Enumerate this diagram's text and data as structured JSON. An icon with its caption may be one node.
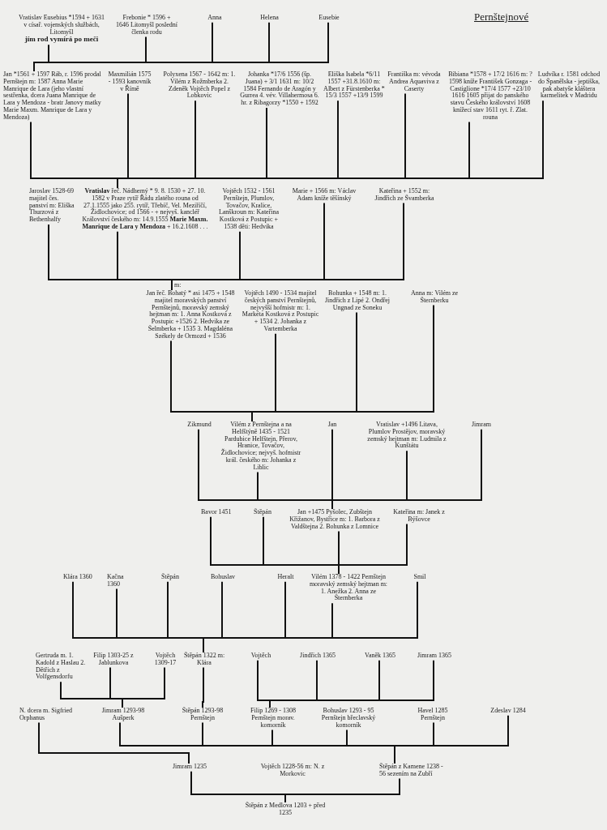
{
  "diagram": {
    "title": "Pernštejnové",
    "nodes": [
      {
        "text": [
          "Vratislav Eusebius *1594 + 1631 v císař. vojenských službách, Litomyšl",
          "jím rod vymírá po meči"
        ]
      },
      {
        "text": [
          "Frebonie * 1596 + 1646 Litomyšl poslední členka rodu"
        ]
      },
      {
        "text": [
          "Anna"
        ]
      },
      {
        "text": [
          "Helena"
        ]
      },
      {
        "text": [
          "Eusebie"
        ]
      },
      {
        "text": [
          "Jan *1561 + 1597 Ráb, r. 1596 prodal Pernštejn m: 1587 Anna Marie Manrique de Lara (jeho vlastní sestřenka, dcera Juana Manrique de Lara y Mendoza - bratr Janovy matky Marie Maxm. Manrique de Lara y Mendoza)"
        ]
      },
      {
        "text": [
          "Maxmilián 1575 - 1593 kanovník v Římě"
        ]
      },
      {
        "text": [
          "Polyxena 1567 - 1642 m: 1. Vilém z Rožmberka 2. Zdeněk Vojtěch Popel z Lobkovic"
        ]
      },
      {
        "text": [
          "Johanka *17/6 1556 (šp. Juana) + 3/1 1631 m: 10/2 1584 Fernando de Aragón y Gurrea 4. vév. Villahermosa 6. hr. z Ribagorzy *1550 + 1592"
        ]
      },
      {
        "text": [
          "Eliška Isabela *6/11 1557 +31.8.1610 m: Albert z Fürstenberka * 15/3 1557 +13/9 1599"
        ]
      },
      {
        "text": [
          "Františka m: vévoda Andrea Aquaviva z Caserty"
        ]
      },
      {
        "text": [
          "Bibiana *1578 + 17/2 1616 m: ? 1598 kníže František Gonzaga - Castiglione *17/4 1577 +23/10 1616 1605 přijat do panského stavu Českého království 1608 knížecí stav 1611 ryt. ř. Zlat. rouna"
        ]
      },
      {
        "text": [
          "Ludvíka r. 1581 odchod do Španělska - jeptiška, pak abatyše kláštera karmelitek v Madridu"
        ]
      },
      {
        "text": [
          "Jaroslav 1528-69 majitel čes. panství m: Eliška Thurzová z Bethenhalfy"
        ]
      },
      {
        "text": [
          "**Vratislav** řeč. Nádherný * 9. 8. 1530 + 27. 10. 1582 v Praze rytíř Řádu zlatého rouna od 27.1.1555 jako 255. rytíř, Třebíč, Vel. Meziříčí, Židlochovice; od 1566 - + nejvyš. kancléř Království českého m: 14.9.1555 **Marie Maxm. Manrique de Lara y Mendoza** + 16.2.1608 . . ."
        ]
      },
      {
        "text": [
          "Vojtěch 1532 - 1561 Pernštejn, Plumlov, Tovačov, Kralice, Lanškroun m: Kateřina Kostková z Postupic + 1538 děti: Hedvika"
        ]
      },
      {
        "text": [
          "Marie + 1566 m: Václav Adam kníže těšínský"
        ]
      },
      {
        "text": [
          "Kateřina + 1552 m: Jindřich ze Švamberka"
        ]
      },
      {
        "text": [
          "Jan řeč. Bohatý * asi 1475 + 1548 majitel moravských panství Pernštejnů, moravský zemský hejtman m: 1. Anna Kostková z Postupic +1526 2. Hedvika ze Šelmberka + 1535 3. Magdaléna Székely de Ormozd + 1536"
        ],
        "beside": [
          "m:"
        ]
      },
      {
        "text": [
          "Vojtěch 1490 - 1534 majitel českých panství Pernštejnů, nejvyšší hofmistr m: 1. Markéta Kostková z Postupic + 1534 2. Johanka z Vartemberka"
        ]
      },
      {
        "text": [
          "Bohunka + 1548 m: 1. Jindřich z Lipé 2. Ondřej Ungnad ze Soneku"
        ]
      },
      {
        "text": [
          "Anna m: Vilém ze Šternberku"
        ]
      },
      {
        "text": [
          "Zikmund"
        ]
      },
      {
        "text": [
          "Vilém z Pernštejna a na Helfštýně 1435 - 1521 Pardubice Helfštejn, Přerov, Hranice, Tovačov, Židlochovice; nejvyš. hofmistr král. českého m: Johanka z Liblic"
        ]
      },
      {
        "text": [
          "Jan"
        ]
      },
      {
        "text": [
          "Vratislav +1496 Litava, Plumlov Prostějov, moravský zemský hejtman m: Ludmila z Kunštátu"
        ]
      },
      {
        "text": [
          "Jimram"
        ]
      },
      {
        "text": [
          "Bavor 1451"
        ]
      },
      {
        "text": [
          "Štěpán"
        ]
      },
      {
        "text": [
          "Jan +1475 Pyšolec, Zubštejn Křižanov, Bystřice m: 1. Barbora z Valdštejna 2. Bohunka z Lomnice"
        ]
      },
      {
        "text": [
          "Kateřina m: Janek z Býšovce"
        ]
      },
      {
        "text": [
          "Klára 1360"
        ]
      },
      {
        "text": [
          "Kačna 1360"
        ]
      },
      {
        "text": [
          "Štěpán"
        ]
      },
      {
        "text": [
          "Bohuslav"
        ]
      },
      {
        "text": [
          "Heralt"
        ]
      },
      {
        "text": [
          "Vilém 1378 - 1422 Pernštejn moravský zemský hejtman m: 1. Anežka 2. Anna ze Šternberka"
        ]
      },
      {
        "text": [
          "Smil"
        ]
      },
      {
        "text": [
          "Gertruda m. 1. Kadold z Haslau 2. Dětřich z Volfgensdorfu"
        ]
      },
      {
        "text": [
          "Filip 1303-25 z Jablunkova"
        ]
      },
      {
        "text": [
          "Vojtěch 1309-17"
        ]
      },
      {
        "text": [
          "Štěpán 1322 m: Klára"
        ]
      },
      {
        "text": [
          "Vojtěch"
        ]
      },
      {
        "text": [
          "Jindřich 1365"
        ]
      },
      {
        "text": [
          "Vaněk 1365"
        ]
      },
      {
        "text": [
          "Jimram 1365"
        ]
      },
      {
        "text": [
          "N. dcera m. Sigfried Orphanus"
        ]
      },
      {
        "text": [
          "Jimram 1293-98 Aušperk"
        ]
      },
      {
        "text": [
          "Štěpán 1293-98 Pernštejn"
        ]
      },
      {
        "text": [
          "Filip 1269 - 1308 Pernštejn morav. komorník"
        ]
      },
      {
        "text": [
          "Bohuslav 1293 - 95 Pernštejn břeclavský komorník"
        ]
      },
      {
        "text": [
          "Havel 1285 Pernštejn"
        ]
      },
      {
        "text": [
          "Zdeslav 1284"
        ]
      },
      {
        "text": [
          "Jimram 1235"
        ]
      },
      {
        "text": [
          "Vojtěch 1228-56 m: N. z Morkovic"
        ]
      },
      {
        "text": [
          "Štěpán z Kamene 1238 - 56 sezením na Zubří"
        ]
      },
      {
        "text": [
          "Štěpán z Medlova 1203 + před 1235"
        ]
      }
    ],
    "edges": [
      {
        "from": 56,
        "to": 53,
        "arrow": "none"
      },
      {
        "from": 56,
        "to": 55,
        "arrow": "none"
      },
      {
        "from": 53,
        "to": 46,
        "arrow": "none"
      },
      {
        "from": 55,
        "to": 47,
        "arrow": "none"
      },
      {
        "from": 55,
        "to": 48,
        "arrow": "none"
      },
      {
        "from": 55,
        "to": 49,
        "arrow": "none"
      },
      {
        "from": 55,
        "to": 50,
        "arrow": "none"
      },
      {
        "from": 55,
        "to": 51,
        "arrow": "none"
      },
      {
        "from": 55,
        "to": 52,
        "arrow": "none"
      },
      {
        "from": 47,
        "to": 38,
        "arrow": "none"
      },
      {
        "from": 47,
        "to": 39,
        "arrow": "none"
      },
      {
        "from": 47,
        "to": 40,
        "arrow": "none"
      },
      {
        "from": 48,
        "to": 41,
        "arrow": "none"
      },
      {
        "from": 49,
        "to": 42,
        "arrow": "none"
      },
      {
        "from": 49,
        "to": 43,
        "arrow": "none"
      },
      {
        "from": 49,
        "to": 44,
        "arrow": "none"
      },
      {
        "from": 49,
        "to": 45,
        "arrow": "none"
      },
      {
        "from": 41,
        "to": 31,
        "arrow": "none"
      },
      {
        "from": 41,
        "to": 32,
        "arrow": "none"
      },
      {
        "from": 41,
        "to": 33,
        "arrow": "none"
      },
      {
        "from": 41,
        "to": 34,
        "arrow": "none"
      },
      {
        "from": 41,
        "to": 35,
        "arrow": "none"
      },
      {
        "from": 41,
        "to": 36,
        "arrow": "none"
      },
      {
        "from": 41,
        "to": 37,
        "arrow": "none"
      },
      {
        "from": 36,
        "to": 27,
        "arrow": "none"
      },
      {
        "from": 36,
        "to": 28,
        "arrow": "none"
      },
      {
        "from": 36,
        "to": 29,
        "arrow": "none"
      },
      {
        "from": 36,
        "to": 30,
        "arrow": "none"
      },
      {
        "from": 29,
        "to": 22,
        "arrow": "none"
      },
      {
        "from": 29,
        "to": 23,
        "arrow": "none"
      },
      {
        "from": 29,
        "to": 24,
        "arrow": "none"
      },
      {
        "from": 29,
        "to": 25,
        "arrow": "none"
      },
      {
        "from": 29,
        "to": 26,
        "arrow": "none"
      },
      {
        "from": 23,
        "to": 18,
        "arrow": "none"
      },
      {
        "from": 23,
        "to": 19,
        "arrow": "none"
      },
      {
        "from": 23,
        "to": 20,
        "arrow": "none"
      },
      {
        "from": 23,
        "to": 21,
        "arrow": "none"
      },
      {
        "from": 18,
        "to": 13,
        "arrow": "none"
      },
      {
        "from": 18,
        "to": 14,
        "arrow": "none"
      },
      {
        "from": 18,
        "to": 15,
        "arrow": "none"
      },
      {
        "from": 18,
        "to": 16,
        "arrow": "none"
      },
      {
        "from": 18,
        "to": 17,
        "arrow": "none"
      },
      {
        "from": 14,
        "to": 5,
        "arrow": "none"
      },
      {
        "from": 14,
        "to": 6,
        "arrow": "none"
      },
      {
        "from": 14,
        "to": 7,
        "arrow": "none"
      },
      {
        "from": 14,
        "to": 8,
        "arrow": "none"
      },
      {
        "from": 14,
        "to": 9,
        "arrow": "none"
      },
      {
        "from": 14,
        "to": 10,
        "arrow": "none"
      },
      {
        "from": 14,
        "to": 11,
        "arrow": "none"
      },
      {
        "from": 14,
        "to": 12,
        "arrow": "none"
      },
      {
        "from": 5,
        "to": 0,
        "arrow": "none"
      },
      {
        "from": 5,
        "to": 1,
        "arrow": "none"
      },
      {
        "from": 5,
        "to": 2,
        "arrow": "none"
      },
      {
        "from": 5,
        "to": 3,
        "arrow": "none"
      },
      {
        "from": 5,
        "to": 4,
        "arrow": "none"
      }
    ]
  }
}
